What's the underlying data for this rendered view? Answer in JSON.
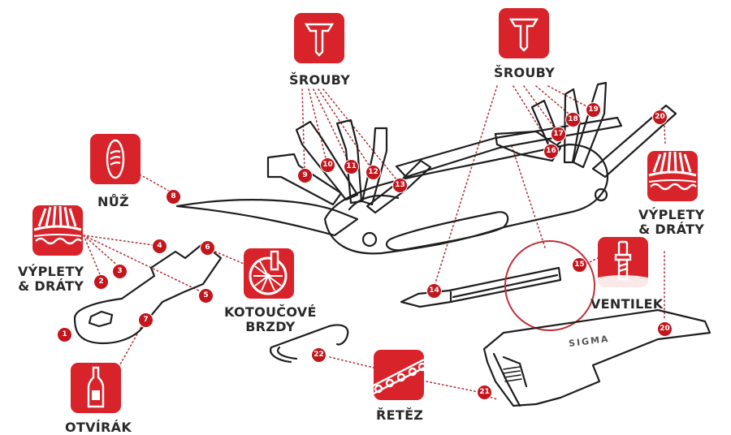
{
  "colors": {
    "accent": "#d8232a",
    "marker": "#c3151c",
    "text": "#2a2a2a",
    "line": "#1e1e1e"
  },
  "callouts": [
    {
      "id": "srouby-left",
      "label": "ŠROUBY",
      "icon": "screw-icon"
    },
    {
      "id": "srouby-right",
      "label": "ŠROUBY",
      "icon": "screw-icon"
    },
    {
      "id": "nuz",
      "label": "NŮŽ",
      "icon": "bread-icon"
    },
    {
      "id": "vyplety-left",
      "label_line1": "VÝPLETY",
      "label_line2": "& DRÁTY",
      "icon": "spoke-wheel-icon"
    },
    {
      "id": "vyplety-right",
      "label_line1": "VÝPLETY",
      "label_line2": "& DRÁTY",
      "icon": "spoke-wheel-icon"
    },
    {
      "id": "brzdy",
      "label_line1": "KOTOUČOVÉ",
      "label_line2": "BRZDY",
      "icon": "disc-brake-icon"
    },
    {
      "id": "ventilek",
      "label": "VENTILEK",
      "icon": "valve-icon"
    },
    {
      "id": "otvirak",
      "label": "OTVÍRÁK",
      "icon": "bottle-icon"
    },
    {
      "id": "retez",
      "label": "ŘETĚZ",
      "icon": "chain-icon"
    }
  ],
  "markers": [
    "1",
    "2",
    "3",
    "4",
    "5",
    "6",
    "7",
    "8",
    "9",
    "10",
    "11",
    "12",
    "13",
    "14",
    "15",
    "16",
    "17",
    "18",
    "19",
    "20",
    "20",
    "21",
    "22"
  ],
  "brand": "SIGMA"
}
